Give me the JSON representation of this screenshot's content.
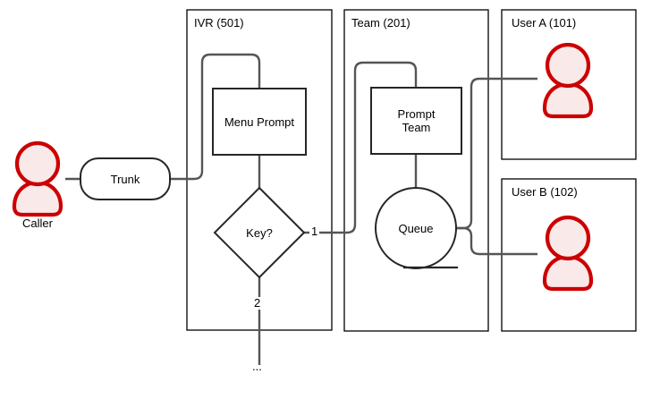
{
  "diagram": {
    "containers": [
      {
        "id": "ivr",
        "label": "IVR (501)"
      },
      {
        "id": "team",
        "label": "Team (201)"
      },
      {
        "id": "user_a",
        "label": "User A (101)"
      },
      {
        "id": "user_b",
        "label": "User B (102)"
      }
    ],
    "nodes": {
      "caller": "Caller",
      "trunk": "Trunk",
      "menu_prompt": "Menu Prompt",
      "key_decision": "Key?",
      "prompt_team": "Prompt Team",
      "queue": "Queue"
    },
    "edge_labels": {
      "key_option_1": "1",
      "key_option_2": "2",
      "continuation": "..."
    },
    "colors": {
      "person_stroke": "#CC0000",
      "person_fill": "#FAE9E9",
      "connector": "#555555",
      "shape_stroke": "#262626",
      "container_stroke": "#000000"
    }
  }
}
